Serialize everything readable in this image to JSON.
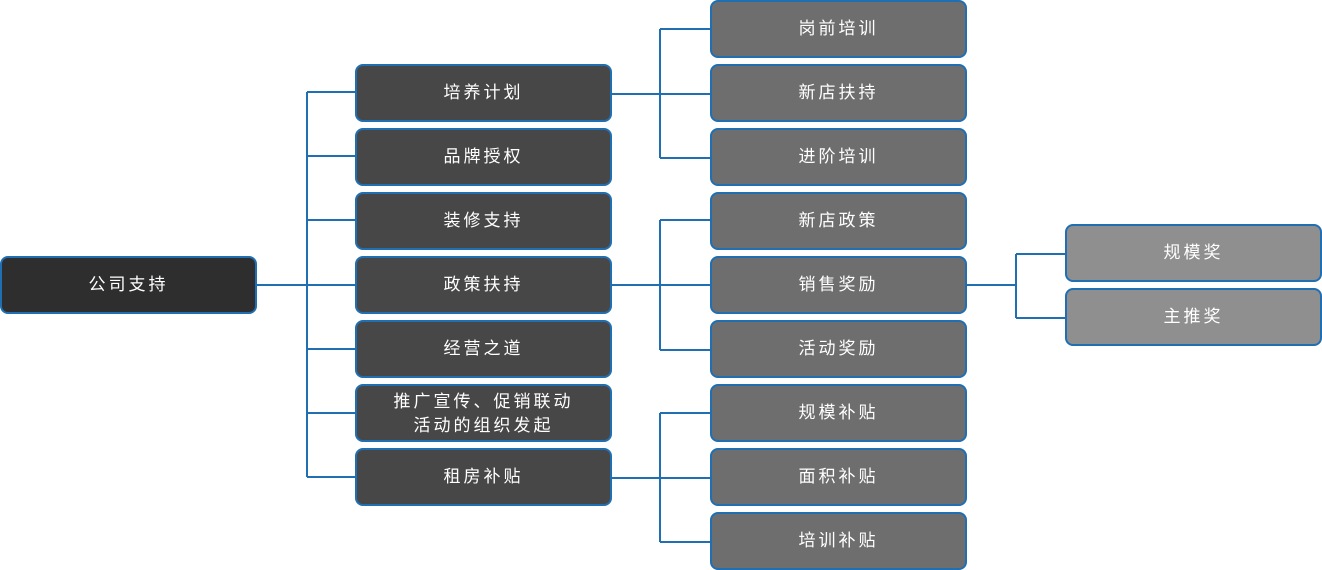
{
  "root": {
    "label": "公司支持"
  },
  "level1": [
    {
      "label": "培养计划"
    },
    {
      "label": "品牌授权"
    },
    {
      "label": "装修支持"
    },
    {
      "label": "政策扶持"
    },
    {
      "label": "经营之道"
    },
    {
      "label_line1": "推广宣传、促销联动",
      "label_line2": "活动的组织发起"
    },
    {
      "label": "租房补贴"
    }
  ],
  "training_children": [
    {
      "label": "岗前培训"
    },
    {
      "label": "新店扶持"
    },
    {
      "label": "进阶培训"
    }
  ],
  "policy_children": [
    {
      "label": "新店政策"
    },
    {
      "label": "销售奖励"
    },
    {
      "label": "活动奖励"
    }
  ],
  "sales_reward_children": [
    {
      "label": "规模奖"
    },
    {
      "label": "主推奖"
    }
  ],
  "rent_children": [
    {
      "label": "规模补贴"
    },
    {
      "label": "面积补贴"
    },
    {
      "label": "培训补贴"
    }
  ]
}
